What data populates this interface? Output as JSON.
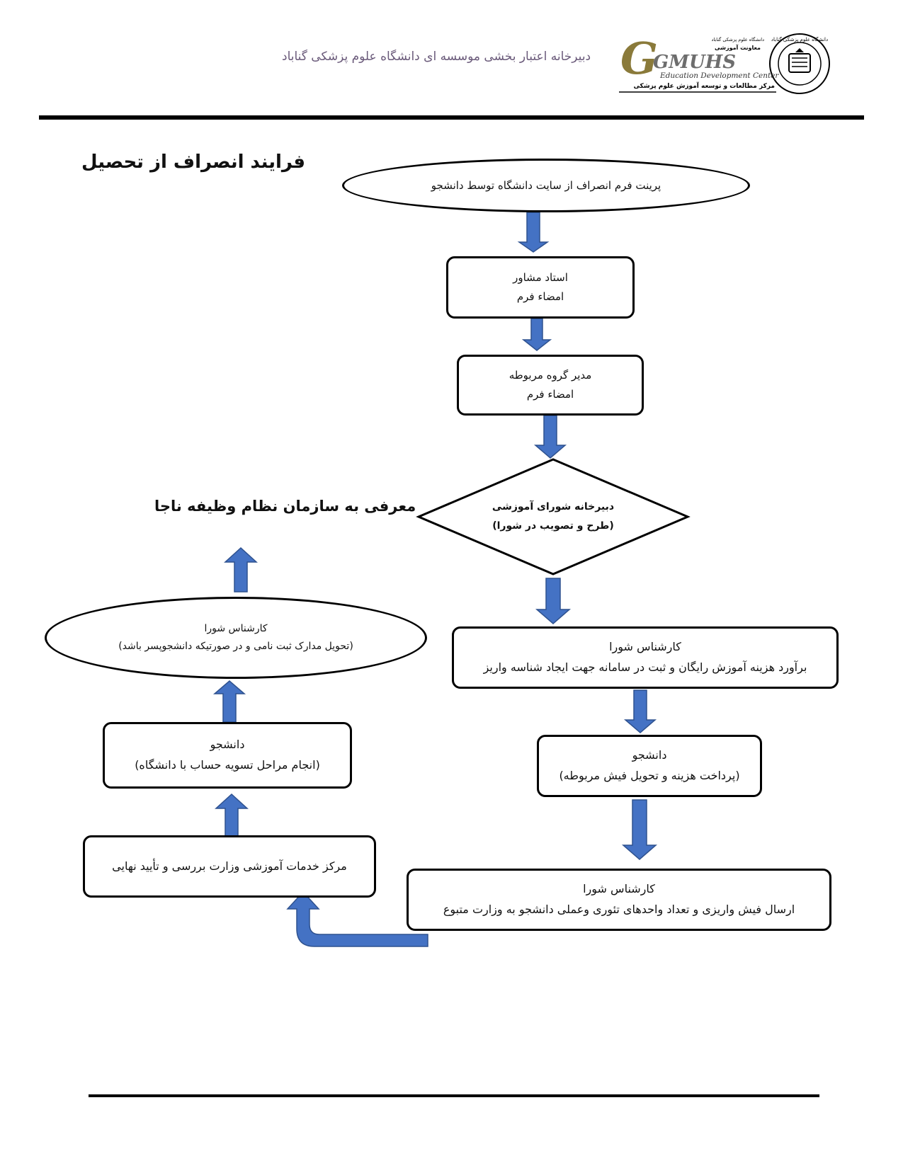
{
  "header": {
    "subtitle": "دبیرخانه اعتبار بخشی موسسه ای دانشگاه علوم پزشکی گناباد",
    "logo": {
      "univ_line1": "دانشگاه علوم پزشکی گناباد",
      "univ_line2": "معاونت آموزشی",
      "letters": "GMUHS",
      "center_en": "Education Development Center",
      "center_fa": "مرکز مطالعات و توسعه آموزش علوم پزشکی",
      "seal_text": "دانشگاه علوم پزشکی گناباد"
    }
  },
  "page_title": "فرایند انصراف از تحصیل",
  "colors": {
    "arrow": "#4472c4",
    "arrow_dark": "#2f528f",
    "header_text": "#6a5a7a"
  },
  "nodes": {
    "start": {
      "line1": "پرینت فرم انصراف از سایت دانشگاه توسط دانشجو"
    },
    "advisor": {
      "line1": "استاد مشاور",
      "line2": "امضاء فرم"
    },
    "group_manager": {
      "line1": "مدیر گروه مربوطه",
      "line2": "امضاء فرم"
    },
    "council": {
      "line1": "دبیرخانه شورای آموزشی",
      "line2": "(طرح و تصویب در شورا)"
    },
    "expert_estimate": {
      "line1": "کارشناس شورا",
      "line2": "برآورد هزینه آموزش رایگان و ثبت در سامانه جهت ایجاد شناسه واریز"
    },
    "student_pay": {
      "line1": "دانشجو",
      "line2": "(پرداخت هزینه و تحویل فیش مربوطه)"
    },
    "expert_send": {
      "line1": "کارشناس شورا",
      "line2": "ارسال فیش واریزی و تعداد واحدهای تئوری وعملی دانشجو به وزارت متبوع"
    },
    "ministry": {
      "line1": "مرکز خدمات آموزشی وزارت بررسی و تأیید نهایی"
    },
    "student_settle": {
      "line1": "دانشجو",
      "line2": "(انجام مراحل تسویه حساب با دانشگاه)"
    },
    "expert_docs": {
      "line1": "کارشناس شورا",
      "line2": "(تحویل مدارک ثبت نامی و در صورتیکه دانشجوپسر باشد)"
    },
    "end_label": "معرفی به سازمان نظام وظیفه ناجا"
  }
}
